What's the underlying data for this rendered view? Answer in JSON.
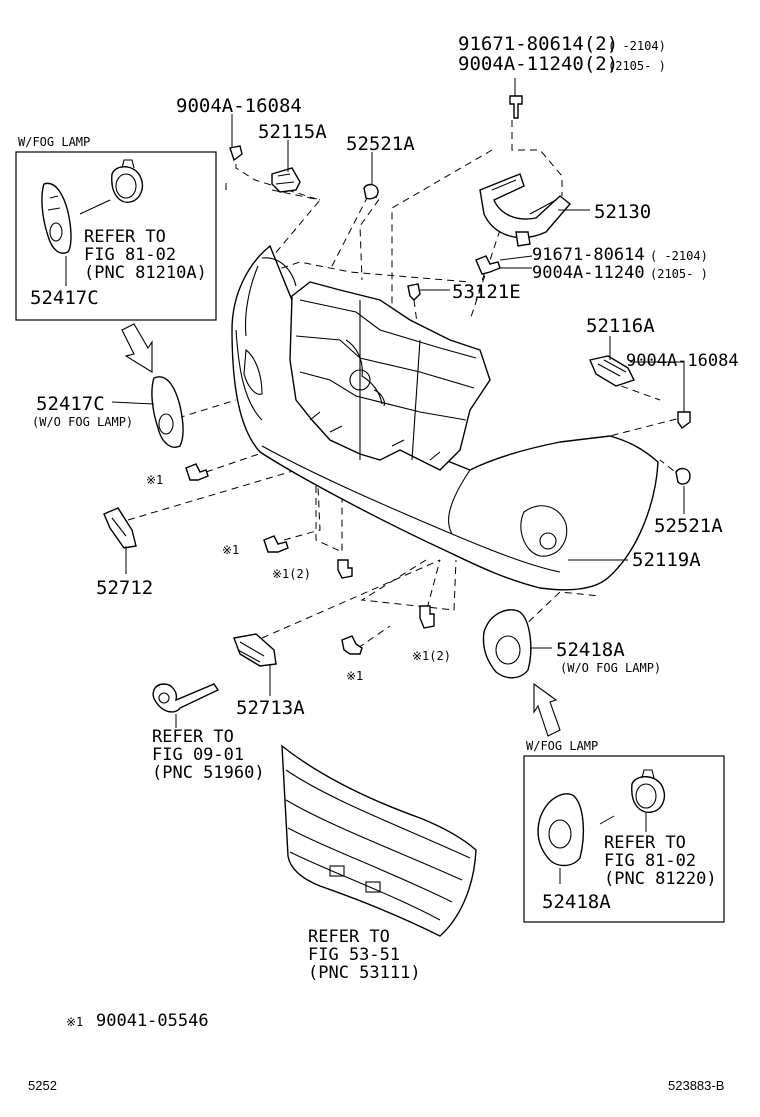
{
  "labels": {
    "p_91671_top": "91671-80614(2)",
    "p_91671_top_range": "(   -2104)",
    "p_9004A_top": "9004A-11240(2)",
    "p_9004A_top_range": "(2105-   )",
    "p_9004A_16084_a": "9004A-16084",
    "p_52115A": "52115A",
    "p_52521A_top": "52521A",
    "p_52130": "52130",
    "p_91671_mid": "91671-80614",
    "p_91671_mid_range": "(   -2104)",
    "p_9004A_mid": "9004A-11240",
    "p_9004A_mid_range": "(2105-   )",
    "p_53121E": "53121E",
    "p_52116A": "52116A",
    "p_9004A_16084_b": "9004A-16084",
    "p_52417C_box": "52417C",
    "p_52417C": "52417C",
    "p_52417C_note": "(W/O FOG LAMP)",
    "p_52521A_right": "52521A",
    "p_52119A": "52119A",
    "p_52712": "52712",
    "p_52418A": "52418A",
    "p_52418A_note": "(W/O FOG LAMP)",
    "p_52713A": "52713A",
    "p_52418A_box": "52418A",
    "mark_1_a": "※1",
    "mark_1_b": "※1",
    "mark_1_c": "※1(2)",
    "mark_1_d": "※1",
    "mark_1_e": "※1(2)"
  },
  "boxes": {
    "left_title": "W/FOG LAMP",
    "right_title": "W/FOG LAMP"
  },
  "refs": {
    "fog_left": [
      "REFER TO",
      "FIG 81-02",
      "(PNC 81210A)"
    ],
    "tow_hook": [
      "REFER TO",
      "FIG 09-01",
      "(PNC 51960)"
    ],
    "fog_right": [
      "REFER TO",
      "FIG 81-02",
      "(PNC 81220)"
    ],
    "grille": [
      "REFER TO",
      "FIG 53-51",
      "(PNC 53111)"
    ]
  },
  "footnote": {
    "mark": "※1",
    "part": "90041-05546"
  },
  "footer": {
    "left": "5252",
    "right": "523883-B"
  }
}
